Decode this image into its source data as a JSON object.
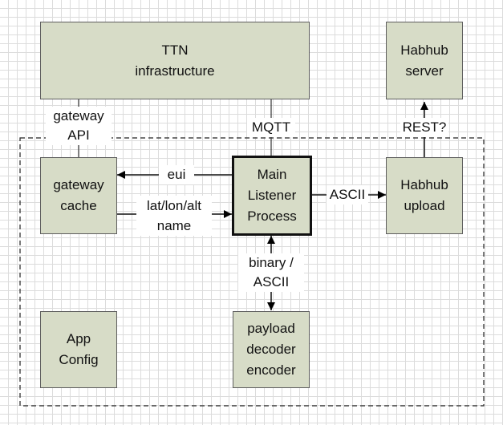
{
  "boxes": {
    "ttn": "TTN\ninfrastructure",
    "habhub_server": "Habhub\nserver",
    "gateway_cache": "gateway\ncache",
    "main_listener": "Main\nListener\nProcess",
    "habhub_upload": "Habhub\nupload",
    "app_config": "App\nConfig",
    "payload_codec": "payload\ndecoder\nencoder"
  },
  "links": {
    "gateway_api": "gateway\nAPI",
    "mqtt": "MQTT",
    "rest": "REST?",
    "eui": "eui",
    "lat_lon_alt": "lat/lon/alt\nname",
    "ascii": "ASCII",
    "binary_ascii": "binary /\nASCII"
  },
  "colors": {
    "box_fill": "#d7dcc7",
    "box_border": "#5e5e5e",
    "main_border": "#111111",
    "grid": "#dcdcdc"
  }
}
